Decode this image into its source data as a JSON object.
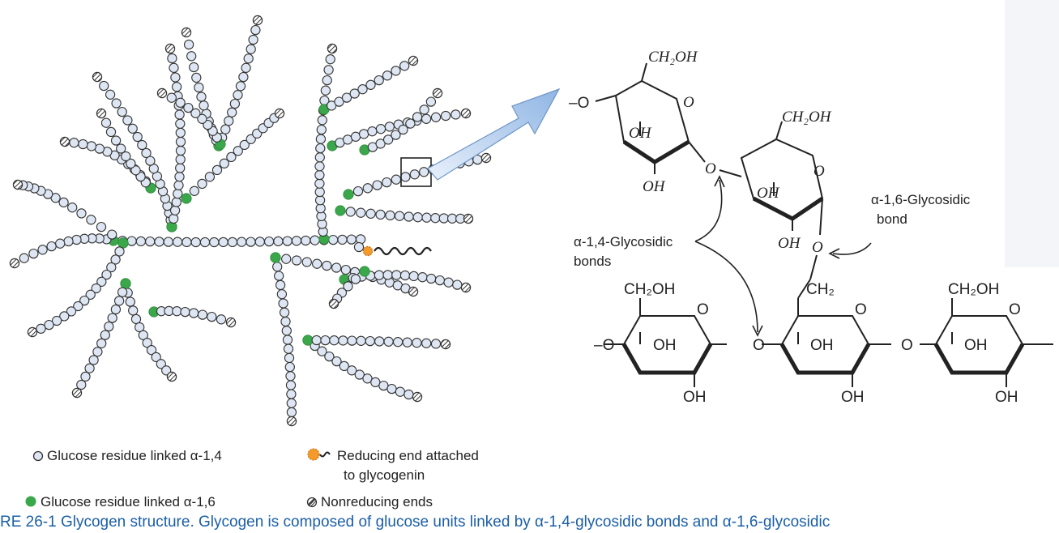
{
  "structure": {
    "ring_oxygen": "O",
    "hydroxyl": "OH",
    "hydroxymethyl_top": "CH₂OH",
    "hydroxymethyl_bottom": "CH₂OH",
    "methylene": "CH₂",
    "bridge_oxygen": "O",
    "chain_end_left": "–O",
    "alpha14_label": [
      "α-1,4-Glycosidic",
      "bonds"
    ],
    "alpha16_label": [
      "α-1,6-Glycosidic",
      "bond"
    ]
  },
  "legend": {
    "alpha14_residue": "Glucose residue linked α-1,4",
    "alpha16_residue": "Glucose residue linked α-1,6",
    "reducing_end": [
      "Reducing end attached",
      "to glycogenin"
    ],
    "nonreducing": "Nonreducing ends"
  },
  "colors": {
    "residue_alpha14": "#dde6f2",
    "residue_alpha16": "#3aa84a",
    "reducing_end": "#f39a2a",
    "arrow_fill": "#a9c8ec",
    "caption": "#1b5fa8"
  },
  "caption": "RE 26-1  Glycogen structure. Glycogen is composed of glucose units linked by α-1,4-glycosidic bonds and α-1,6-glycosidic"
}
